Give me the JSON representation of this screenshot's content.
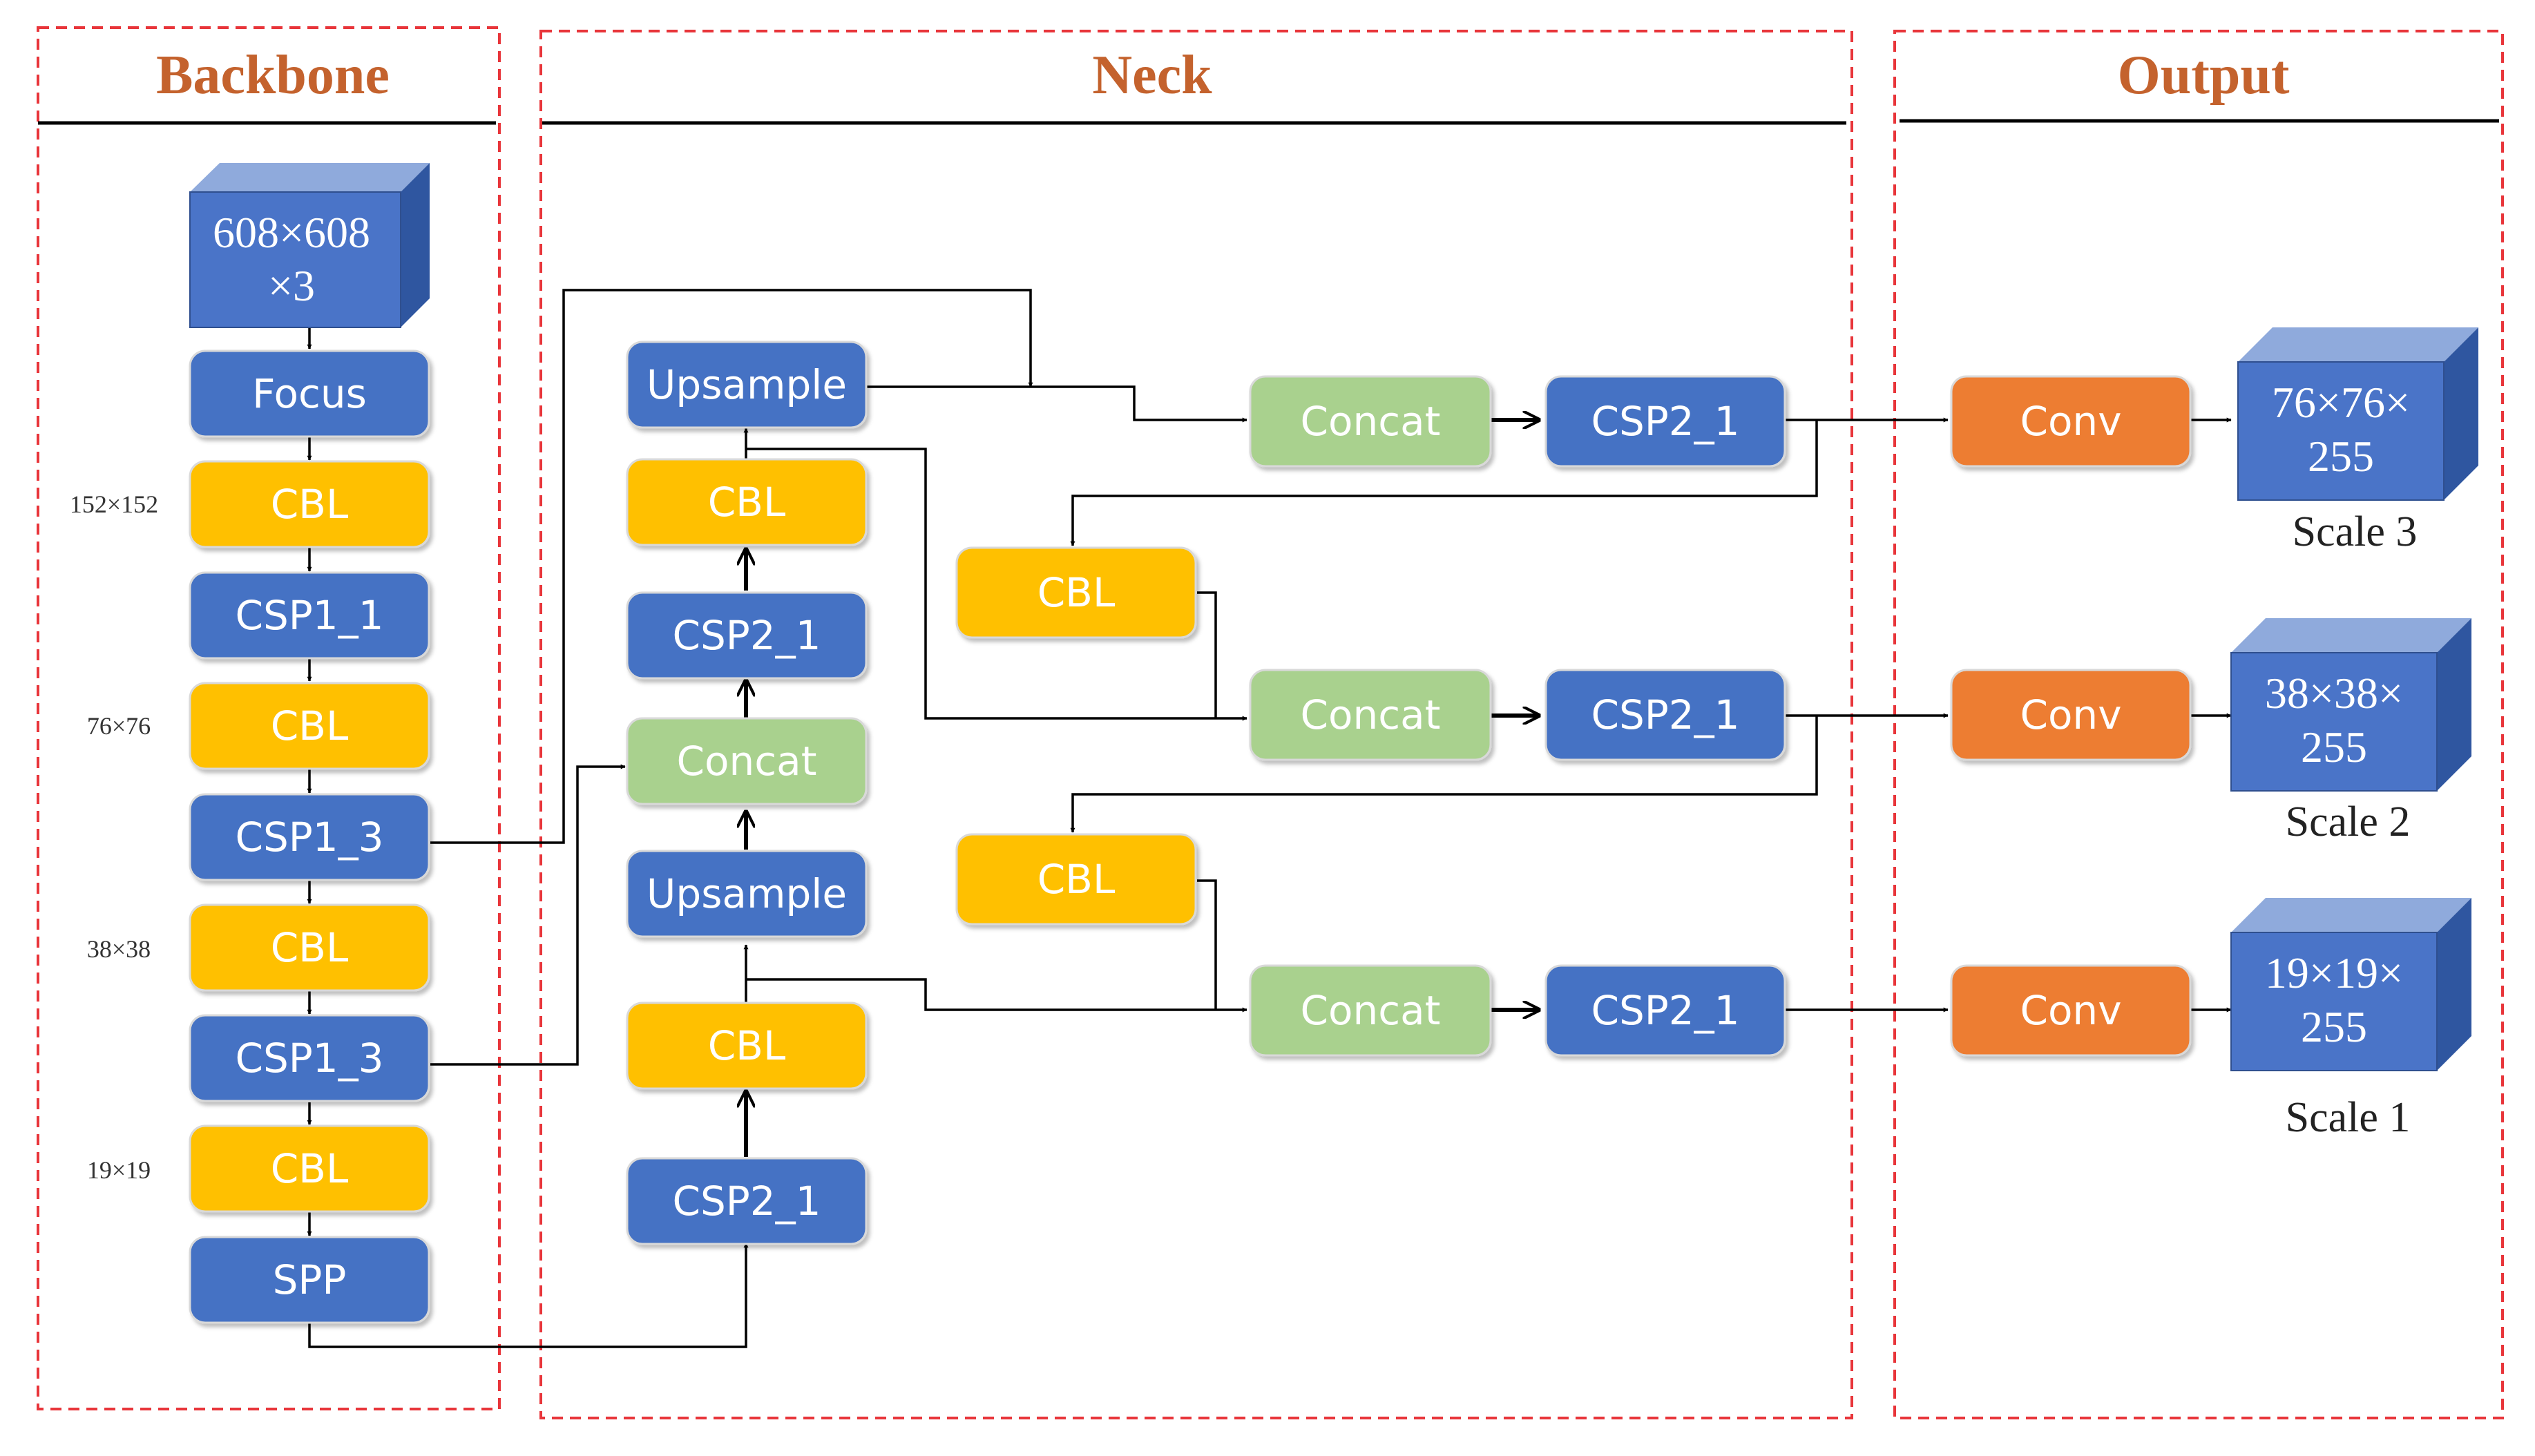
{
  "colors": {
    "section_title": "#c4622d",
    "section_border": "#e8353a",
    "blue": "#4472c4",
    "yellow": "#ffc000",
    "green": "#a9d18e",
    "orange": "#ed7d31",
    "cube_front": "#4a74c8",
    "cube_top": "#8faadc",
    "cube_side": "#2f56a0"
  },
  "sections": {
    "backbone": "Backbone",
    "neck": "Neck",
    "output": "Output"
  },
  "backbone": {
    "input_line1": "608×608",
    "input_line2": "×3",
    "nodes": [
      "Focus",
      "CBL",
      "CSP1_1",
      "CBL",
      "CSP1_3",
      "CBL",
      "CSP1_3",
      "CBL",
      "SPP"
    ],
    "sizes": [
      "152×152",
      "76×76",
      "38×38",
      "19×19"
    ]
  },
  "neck": {
    "left_column": [
      "Upsample",
      "CBL",
      "CSP2_1",
      "Concat",
      "Upsample",
      "CBL",
      "CSP2_1"
    ],
    "middle_cbl": [
      "CBL",
      "CBL"
    ],
    "concat": [
      "Concat",
      "Concat",
      "Concat"
    ],
    "csp": [
      "CSP2_1",
      "CSP2_1",
      "CSP2_1"
    ]
  },
  "output": {
    "conv": [
      "Conv",
      "Conv",
      "Conv"
    ],
    "cubes": [
      {
        "line1": "76×76×",
        "line2": "255",
        "scale": "Scale 3"
      },
      {
        "line1": "38×38×",
        "line2": "255",
        "scale": "Scale 2"
      },
      {
        "line1": "19×19×",
        "line2": "255",
        "scale": "Scale 1"
      }
    ]
  }
}
